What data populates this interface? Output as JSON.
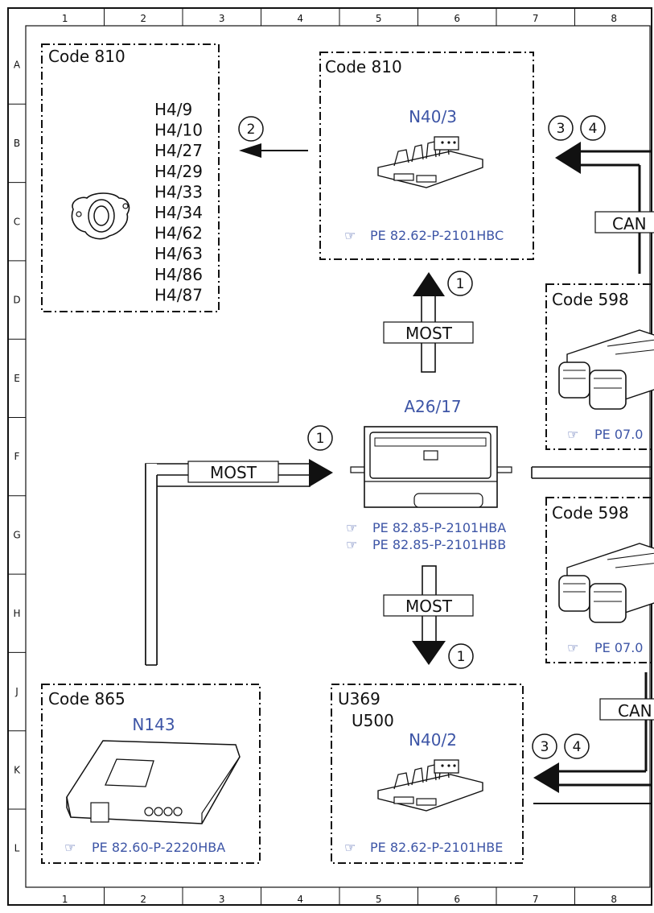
{
  "grid": {
    "columns": [
      "1",
      "2",
      "3",
      "4",
      "5",
      "6",
      "7",
      "8"
    ],
    "rows": [
      "A",
      "B",
      "C",
      "D",
      "E",
      "F",
      "G",
      "H",
      "J",
      "K",
      "L"
    ]
  },
  "boxes": {
    "speakers": {
      "code": "Code 810",
      "items": [
        "H4/9",
        "H4/10",
        "H4/27",
        "H4/29",
        "H4/33",
        "H4/34",
        "H4/62",
        "H4/63",
        "H4/86",
        "H4/87"
      ]
    },
    "amp_top": {
      "code": "Code 810",
      "component": "N40/3",
      "ref": "PE 82.62-P-2101HBC"
    },
    "box598_upper": {
      "code": "Code 598",
      "ref": "PE 07.0"
    },
    "box598_lower": {
      "code": "Code 598",
      "ref": "PE 07.0"
    },
    "head_unit": {
      "component": "A26/17",
      "refs": [
        "PE 82.85-P-2101HBA",
        "PE 82.85-P-2101HBB"
      ]
    },
    "box865": {
      "code": "Code 865",
      "component": "N143",
      "ref": "PE 82.60-P-2220HBA"
    },
    "amp_bottom": {
      "codes": [
        "U369",
        "U500"
      ],
      "component": "N40/2",
      "ref": "PE 82.62-P-2101HBE"
    }
  },
  "bus_labels": {
    "most_up": "MOST",
    "most_left": "MOST",
    "most_down": "MOST",
    "can_top": "CAN",
    "can_bottom": "CAN"
  },
  "markers": {
    "speaker_link": "2",
    "amp_top_a": "3",
    "amp_top_b": "4",
    "most_up": "1",
    "most_left": "1",
    "most_down": "1",
    "amp_bottom_a": "3",
    "amp_bottom_b": "4"
  },
  "colors": {
    "component_label": "#3d55a6",
    "line": "#111111"
  }
}
